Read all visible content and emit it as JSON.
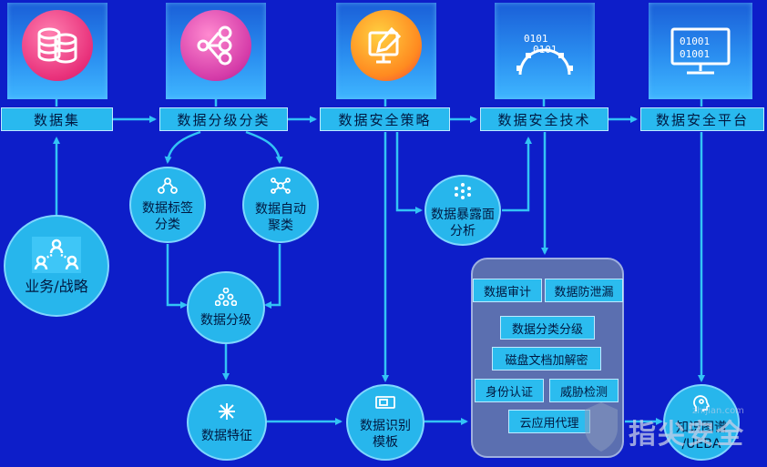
{
  "top_row": {
    "dataset": "数据集",
    "classification": "数据分级分类",
    "policy": "数据安全策略",
    "technology": "数据安全技术",
    "platform": "数据安全平台"
  },
  "tiles": {
    "dataset": "database-icon",
    "classification": "hierarchy-icon",
    "policy": "design-pen-icon",
    "technology": "binary-gear-icon",
    "platform": "binary-monitor-icon"
  },
  "nodes": {
    "business": "业务/战略",
    "tag_classify": "数据标签\n分类",
    "auto_cluster": "数据自动\n聚类",
    "exposure": "数据暴露面\n分析",
    "grading": "数据分级",
    "feature": "数据特征",
    "template": "数据识别\n模板",
    "knowledge": "知识图谱\n/UEBA"
  },
  "panel": {
    "items": [
      "数据审计",
      "数据防泄漏",
      "数据分类分级",
      "磁盘文档加解密",
      "身份认证",
      "威胁检测",
      "云应用代理"
    ]
  },
  "watermark": {
    "text": "指尖安全",
    "url": "zhijian.com"
  },
  "colors": {
    "background": "#0d1ec9",
    "node": "#27b6ec",
    "panel": "#5b6fb0",
    "arrow": "#33c3f5"
  }
}
